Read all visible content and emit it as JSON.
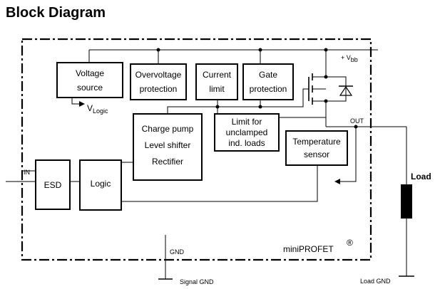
{
  "title": "Block Diagram",
  "blocks": {
    "voltage_source": [
      "Voltage",
      "source"
    ],
    "overvoltage": [
      "Overvoltage",
      "protection"
    ],
    "current_limit": [
      "Current",
      "limit"
    ],
    "gate_protection": [
      "Gate",
      "protection"
    ],
    "charge_pump": [
      "Charge pump",
      "Level shifter",
      "Rectifier"
    ],
    "limit_unclamped": [
      "Limit for",
      "unclamped",
      "ind. loads"
    ],
    "temperature_sensor": [
      "Temperature",
      "sensor"
    ],
    "esd": [
      "ESD"
    ],
    "logic": [
      "Logic"
    ]
  },
  "labels": {
    "vlogic": "V",
    "vlogic_sub": "Logic",
    "vbb": "+ V",
    "vbb_sub": "bb",
    "out": "OUT",
    "in": "IN",
    "gnd": "GND",
    "signal_gnd": "Signal GND",
    "load": "Load",
    "load_gnd": "Load GND",
    "brand": "miniPROFET",
    "registered": "®"
  }
}
